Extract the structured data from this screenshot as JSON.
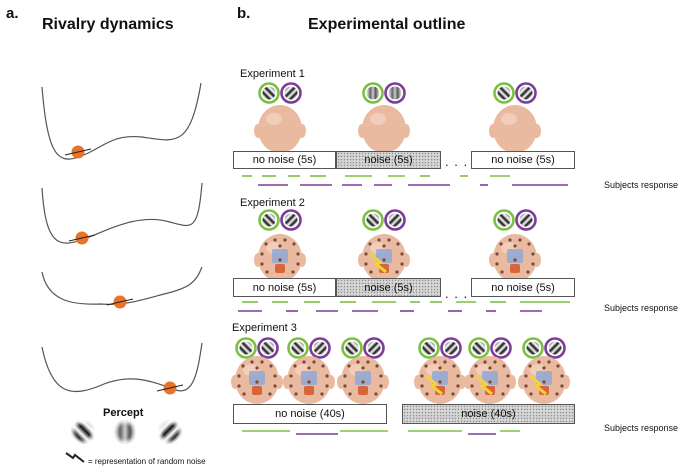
{
  "panel_a": {
    "letter": "a.",
    "title": "Rivalry dynamics",
    "percept_label": "Percept",
    "noise_legend": "= representation of random noise"
  },
  "panel_b": {
    "letter": "b.",
    "title": "Experimental outline",
    "response_label": "Subjects response",
    "ellipsis": ". . .",
    "experiments": [
      {
        "label": "Experiment 1",
        "phases": [
          {
            "label": "no noise (5s)",
            "noise": false
          },
          {
            "label": "noise (5s)",
            "noise": true
          },
          {
            "label": "no noise (5s)",
            "noise": false
          }
        ]
      },
      {
        "label": "Experiment 2",
        "phases": [
          {
            "label": "no noise (5s)",
            "noise": false
          },
          {
            "label": "noise (5s)",
            "noise": true
          },
          {
            "label": "no noise (5s)",
            "noise": false
          }
        ]
      },
      {
        "label": "Experiment 3",
        "phases": [
          {
            "label": "no noise (40s)",
            "noise": false
          },
          {
            "label": "noise (40s)",
            "noise": true
          }
        ]
      }
    ]
  },
  "colors": {
    "green": "#7bc043",
    "purple": "#7d3c98",
    "ball": "#e8742a",
    "head": "#e9b9a0",
    "electrode": "#d9653a",
    "region": "#8fa8d6"
  }
}
